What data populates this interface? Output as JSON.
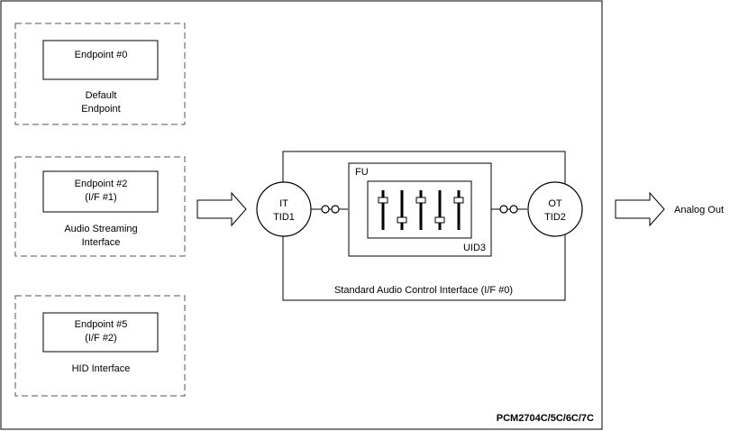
{
  "device": {
    "part_label": "PCM2704C/5C/6C/7C"
  },
  "endpoints": [
    {
      "id": "default",
      "box_lines": [
        "Endpoint #0"
      ],
      "caption_lines": [
        "Default",
        "Endpoint"
      ]
    },
    {
      "id": "audio-streaming",
      "box_lines": [
        "Endpoint #2",
        "(I/F #1)"
      ],
      "caption_lines": [
        "Audio Streaming",
        "Interface"
      ]
    },
    {
      "id": "hid",
      "box_lines": [
        "Endpoint #5",
        "(I/F #2)"
      ],
      "caption_lines": [
        "HID Interface"
      ]
    }
  ],
  "control_interface": {
    "label": "Standard Audio Control Interface (I/F #0)",
    "input_terminal": {
      "line1": "IT",
      "line2": "TID1"
    },
    "output_terminal": {
      "line1": "OT",
      "line2": "TID2"
    },
    "feature_unit": {
      "label": "FU",
      "uid": "UID3"
    },
    "fader_levels": [
      0.25,
      0.75,
      0.25,
      0.75,
      0.25
    ]
  },
  "output": {
    "label": "Analog Out"
  }
}
